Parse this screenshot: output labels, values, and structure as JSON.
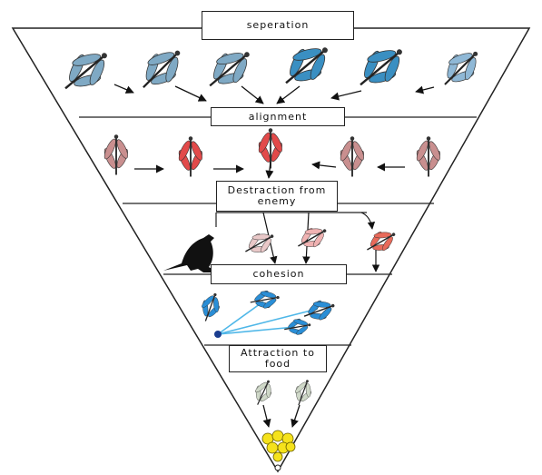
{
  "stages": {
    "separation": "seperation",
    "alignment": "alignment",
    "distraction_line1": "Destraction from",
    "distraction_line2": "enemy",
    "cohesion": "cohesion",
    "food_line1": "Attraction to",
    "food_line2": "food"
  },
  "colors": {
    "outline": "#222222",
    "separation_dragonfly": "#6fa3c7",
    "separation_dragonfly_bright": "#2f88c4",
    "alignment_red": "#e24a4a",
    "alignment_faded": "#c98a8a",
    "enemy_bird": "#111111",
    "distraction_red": "#d93a2a",
    "cohesion_blue": "#2a8ed6",
    "cohesion_line": "#4fb7e8",
    "food_yellow": "#f5e21b"
  },
  "icons": [
    "dragonfly-icon",
    "bird-icon",
    "food-pellet-icon",
    "arrow-icon"
  ]
}
